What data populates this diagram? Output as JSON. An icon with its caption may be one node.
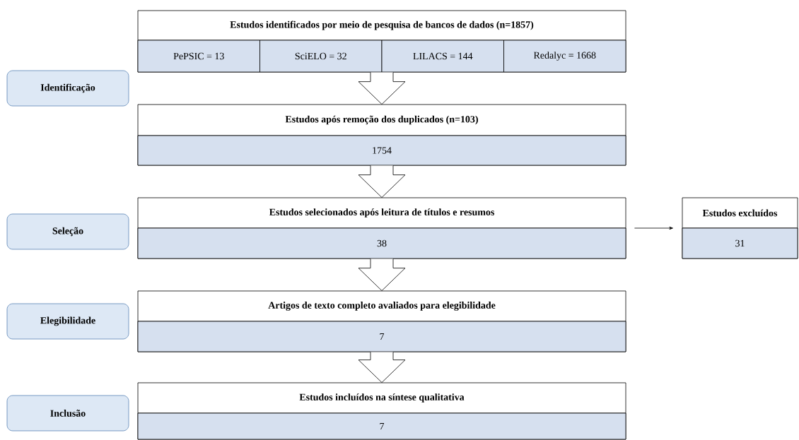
{
  "diagram": {
    "nodes": [
      {
        "text": [
          "Estudos identificados por meio de pesquisa de bancos de dados (n=1857)",
          "PePSIC = 13",
          "SciELO = 32",
          "LILACS = 144",
          "Redalyc = 1668"
        ]
      },
      {
        "text": [
          "Identificação"
        ]
      },
      {
        "text": [
          "Estudos após remoção dos duplicados (n=103)",
          "1754"
        ]
      },
      {
        "text": [
          "Estudos selecionados após leitura de títulos e resumos",
          "38"
        ]
      },
      {
        "text": [
          "Estudos excluídos",
          "31"
        ]
      },
      {
        "text": [
          "Seleção"
        ]
      },
      {
        "text": [
          "Artigos de texto completo avaliados para elegibilidade",
          "7"
        ]
      },
      {
        "text": [
          "Elegibilidade"
        ]
      },
      {
        "text": [
          "Estudos incluídos na síntese qualitativa",
          "7"
        ]
      },
      {
        "text": [
          "Inclusão"
        ]
      }
    ],
    "edges": [
      {
        "from": 0,
        "to": 2,
        "arrow": "to"
      },
      {
        "from": 2,
        "to": 3,
        "arrow": "to"
      },
      {
        "from": 3,
        "to": 6,
        "arrow": "to"
      },
      {
        "from": 6,
        "to": 8,
        "arrow": "to"
      },
      {
        "from": 3,
        "to": 4,
        "arrow": "to"
      }
    ]
  }
}
